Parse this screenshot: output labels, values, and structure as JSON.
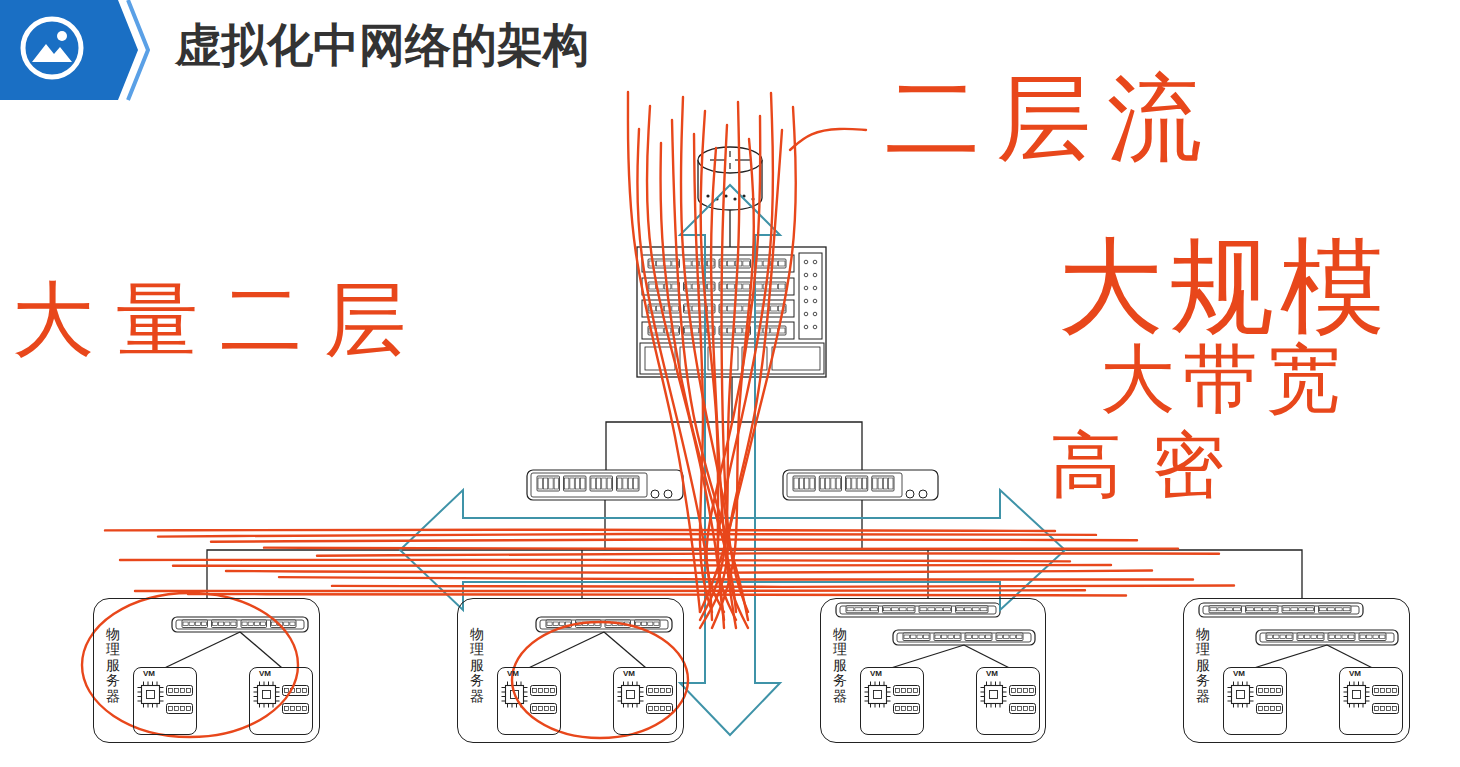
{
  "diagram": {
    "title": "虚拟化中网络的架构",
    "nodes": [
      {
        "text": [
          "物理服务器"
        ]
      },
      {
        "text": [
          "VM"
        ],
        "in": 0
      },
      {
        "text": [
          "VM"
        ],
        "in": 0
      },
      {
        "text": [
          "物理服务器"
        ]
      },
      {
        "text": [
          "VM"
        ],
        "in": 3
      },
      {
        "text": [
          "VM"
        ],
        "in": 3
      },
      {
        "text": [
          "物理服务器"
        ]
      },
      {
        "text": [
          "VM"
        ],
        "in": 6
      },
      {
        "text": [
          "VM"
        ],
        "in": 6
      },
      {
        "text": [
          "物理服务器"
        ]
      },
      {
        "text": [
          "VM"
        ],
        "in": 9
      },
      {
        "text": [
          "VM"
        ],
        "in": 9
      }
    ],
    "labels": [
      "大量二层",
      "二层流",
      "大规模",
      "大带宽",
      "高密"
    ]
  }
}
